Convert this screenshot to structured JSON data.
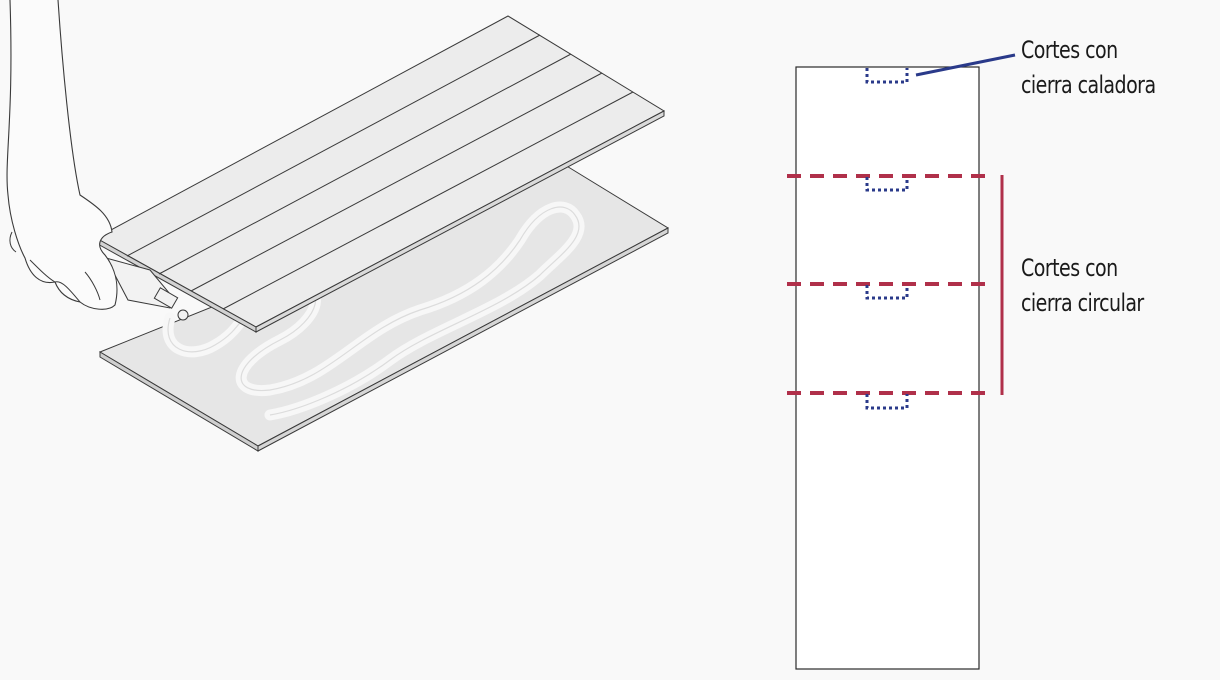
{
  "labels": {
    "jigsaw_cuts": {
      "line1": "Cortes con",
      "line2": "cierra caladora"
    },
    "circular_cuts": {
      "line1": "Cortes con",
      "line2": "cierra circular"
    }
  },
  "colors": {
    "background": "#f9f9f9",
    "outline": "#3a3a3a",
    "panel_top": "#ececec",
    "panel_bottom": "#e6e6e6",
    "glue": "#f7f7f7",
    "jigsaw_blue": "#2a3a8a",
    "circular_red": "#b0304a"
  }
}
